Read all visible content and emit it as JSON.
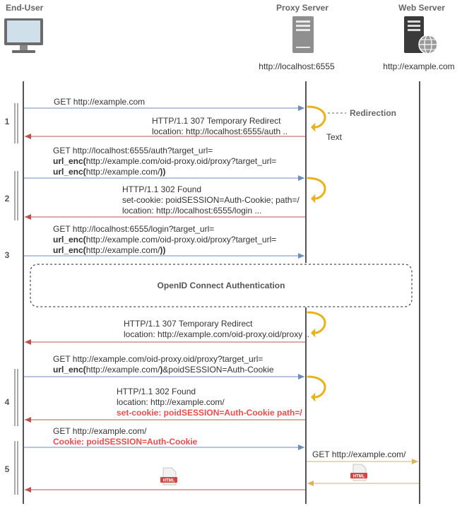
{
  "colors": {
    "request_arrow": "#6c8ebf",
    "response_arrow": "#b85450",
    "backend_arrow": "#d6b656",
    "lifeline": "#555555",
    "highlight_text": "#ea4c4c",
    "redirect_loop": "#e8b21d"
  },
  "actors": {
    "end_user": {
      "title": "End-User",
      "icon": "monitor-icon"
    },
    "proxy": {
      "title": "Proxy Server",
      "url": "http://localhost:6555",
      "icon": "server-icon"
    },
    "web": {
      "title": "Web Server",
      "url": "http://example.com",
      "icon": "web-server-icon"
    }
  },
  "steps": [
    "1",
    "2",
    "3",
    "4",
    "5"
  ],
  "annotations": {
    "redirection": "Redirection",
    "text": "Text",
    "oidc": "OpenID Connect Authentication"
  },
  "messages": {
    "m1": "GET http://example.com",
    "m2": [
      "HTTP/1.1 307 Temporary Redirect",
      "location: http://localhost:6555/auth .."
    ],
    "m3": [
      "GET http://localhost:6555/auth?target_url=",
      "url_enc(",
      "http://example.com/oid-proxy.oid/proxy?target_url=",
      "url_enc(",
      "http://example.com/",
      "))"
    ],
    "m4": [
      "HTTP/1.1 302 Found",
      "set-cookie: poidSESSION=Auth-Cookie; path=/",
      "location: http://localhost:6555/login ..."
    ],
    "m5": [
      "GET http://localhost:6555/login?target_url=",
      "url_enc(",
      "http://example.com/oid-proxy.oid/proxy?target_url=",
      "url_enc(",
      "http://example.com/",
      "))"
    ],
    "m6": [
      "HTTP/1.1 307 Temporary Redirect",
      "location: http://example.com/oid-proxy.oid/proxy",
      ".."
    ],
    "m7": [
      "GET http://example.com/oid-proxy.oid/proxy?target_url=",
      "url_enc(",
      "http://example.com/",
      ")",
      "&poidSESSION=Auth-Cookie"
    ],
    "m8": [
      "HTTP/1.1 302 Found",
      "location: http://example.com/",
      "set-cookie: poidSESSION=Auth-Cookie path=/"
    ],
    "m9": [
      "GET http://example.com/",
      "Cookie: poidSESSION=Auth-Cookie"
    ],
    "m10": "GET http://example.com/",
    "html_badge": "HTML"
  }
}
